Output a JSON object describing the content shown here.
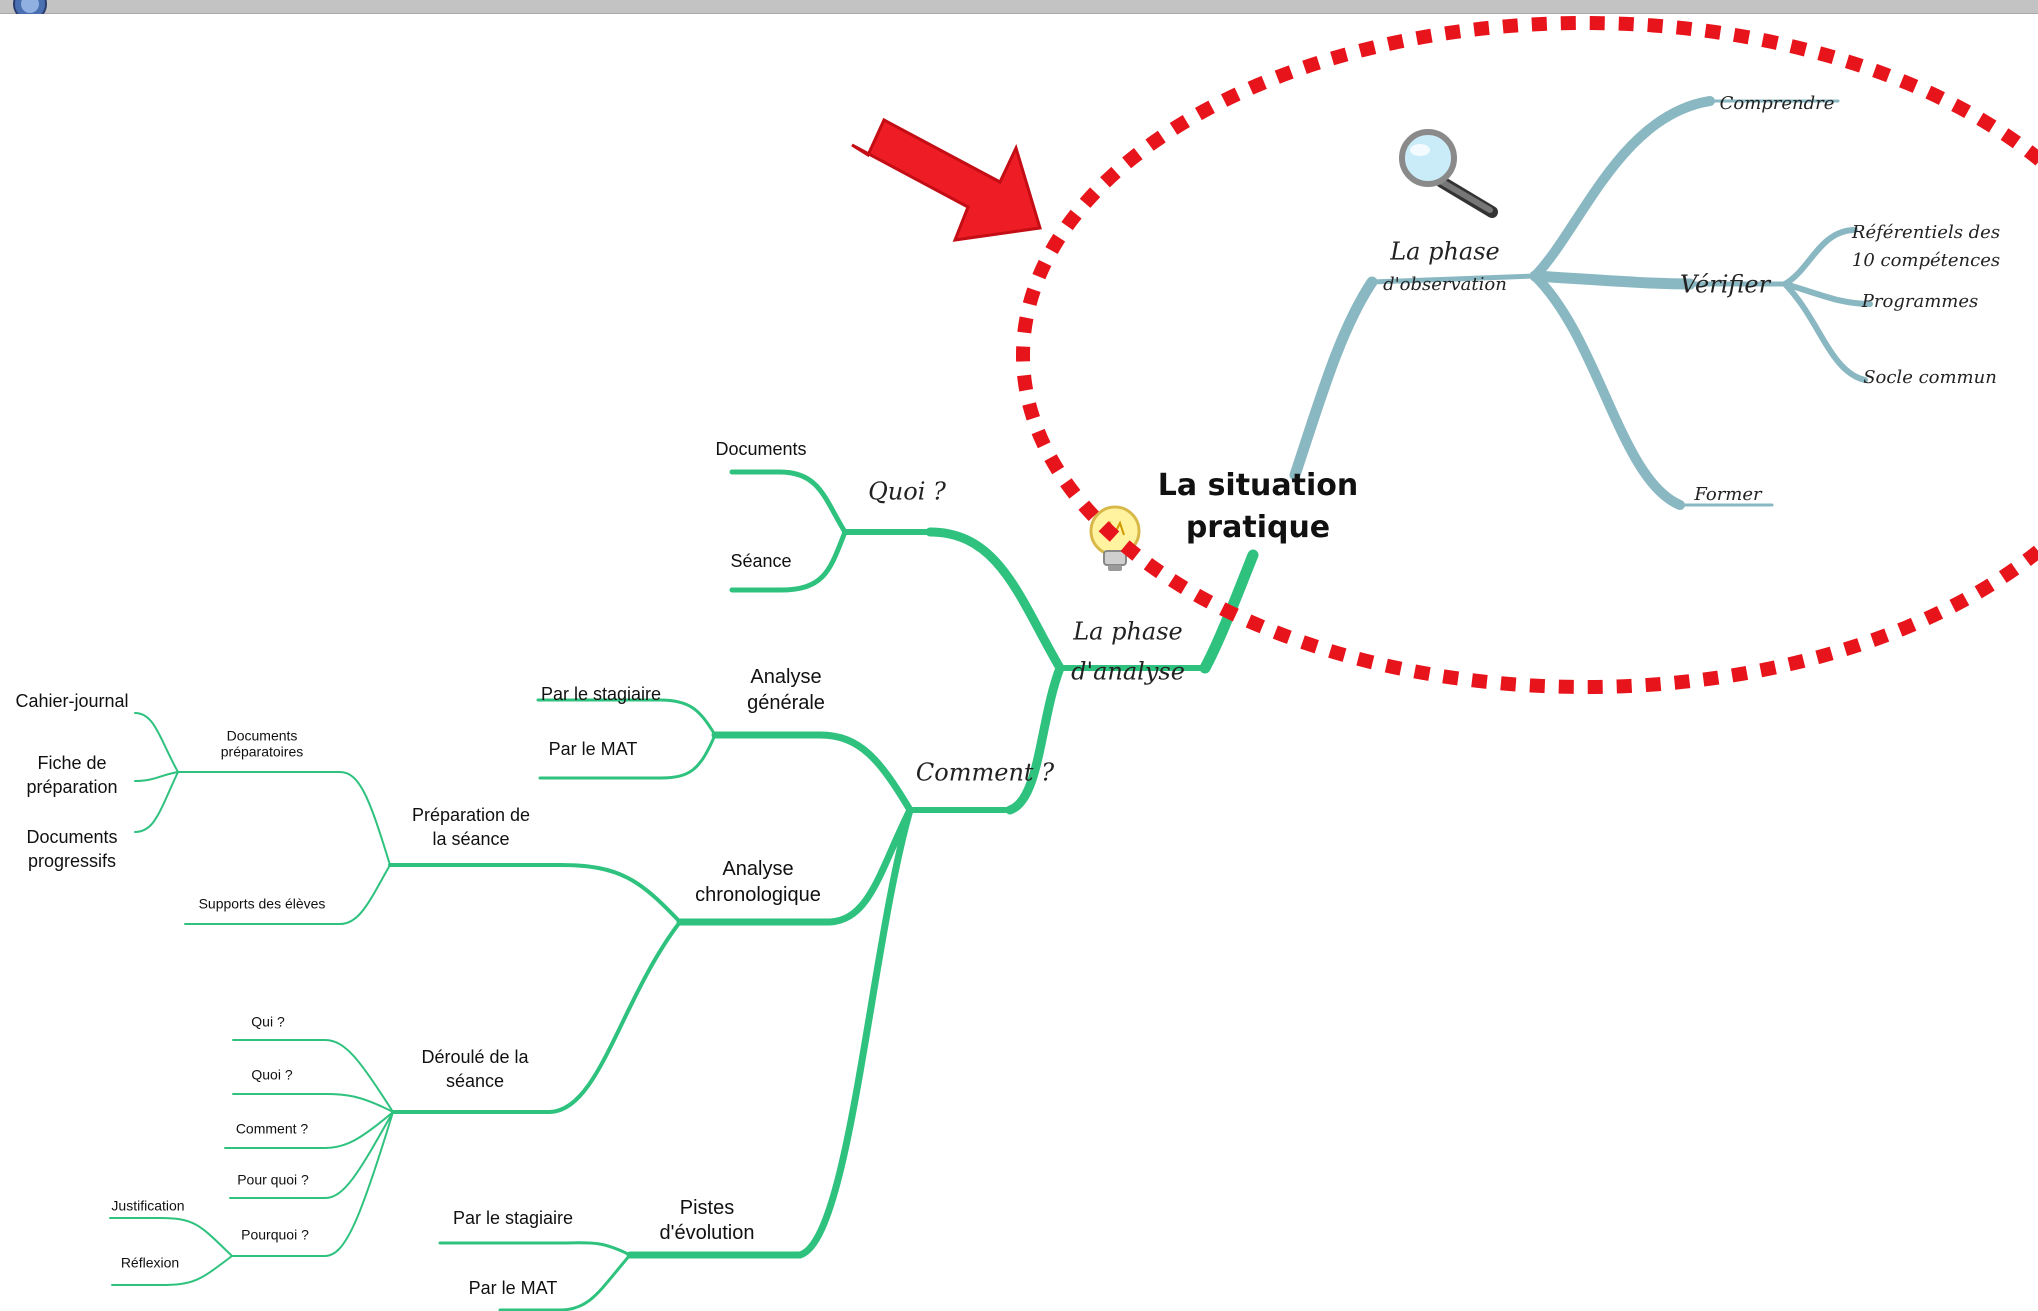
{
  "colors": {
    "left_branch": "#2ec27e",
    "right_branch": "#8ab8c2",
    "highlight_ellipse": "#e8141b",
    "arrow": "#ee1c24"
  },
  "icons": [
    "corner-logo-icon",
    "magnifier-icon",
    "lightbulb-icon",
    "arrow-icon"
  ],
  "center": {
    "line1": "La situation",
    "line2": "pratique"
  },
  "observation": {
    "title_line1": "La phase",
    "title_line2": "d'observation",
    "comprendre": "Comprendre",
    "verifier": "Vérifier",
    "former": "Former",
    "referentiels_line1": "Référentiels des",
    "referentiels_line2": "10 compétences",
    "programmes": "Programmes",
    "socle": "Socle commun"
  },
  "analyse": {
    "title_line1": "La phase",
    "title_line2": "d'analyse",
    "quoi": "Quoi ?",
    "documents": "Documents",
    "seance": "Séance",
    "comment": "Comment ?",
    "analyse_generale_line1": "Analyse",
    "analyse_generale_line2": "générale",
    "par_le_stagiaire": "Par le stagiaire",
    "par_le_mat": "Par le MAT",
    "analyse_chrono_line1": "Analyse",
    "analyse_chrono_line2": "chronologique",
    "preparation_line1": "Préparation de",
    "preparation_line2": "la séance",
    "documents_prep_line1": "Documents",
    "documents_prep_line2": "préparatoires",
    "cahier_journal": "Cahier-journal",
    "fiche_line1": "Fiche de",
    "fiche_line2": "préparation",
    "docs_prog_line1": "Documents",
    "docs_prog_line2": "progressifs",
    "supports": "Supports des élèves",
    "deroule_line1": "Déroulé de la",
    "deroule_line2": "séance",
    "qui": "Qui ?",
    "quoi_small": "Quoi ?",
    "comment_small": "Comment ?",
    "pour_quoi": "Pour quoi ?",
    "pourquoi": "Pourquoi ?",
    "justification": "Justification",
    "reflexion": "Réflexion",
    "pistes_line1": "Pistes",
    "pistes_line2": "d'évolution",
    "par_le_stagiaire_2": "Par le stagiaire",
    "par_le_mat_2": "Par le MAT"
  }
}
